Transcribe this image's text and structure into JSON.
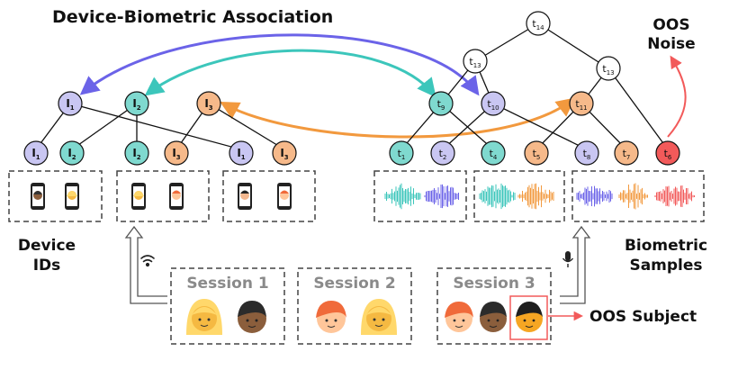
{
  "title": "Device-Biometric Association",
  "labels": {
    "device_ids": [
      "Device",
      "IDs"
    ],
    "biometric_samples": [
      "Biometric",
      "Samples"
    ],
    "oos_noise": [
      "OOS",
      "Noise"
    ],
    "oos_subject": "OOS Subject"
  },
  "sessions": [
    "Session 1",
    "Session 2",
    "Session 3"
  ],
  "device_tree": {
    "parents": [
      {
        "base": "I",
        "sub": "1",
        "color": "#c9c6f2"
      },
      {
        "base": "I",
        "sub": "2",
        "color": "#7fd9cf"
      },
      {
        "base": "I",
        "sub": "3",
        "color": "#f6b98a"
      }
    ],
    "leaves": [
      {
        "base": "I",
        "sub": "1",
        "color": "#c9c6f2"
      },
      {
        "base": "I",
        "sub": "2",
        "color": "#7fd9cf"
      },
      {
        "base": "I",
        "sub": "2",
        "color": "#7fd9cf"
      },
      {
        "base": "I",
        "sub": "3",
        "color": "#f6b98a"
      },
      {
        "base": "I",
        "sub": "1",
        "color": "#c9c6f2"
      },
      {
        "base": "I",
        "sub": "3",
        "color": "#f6b98a"
      }
    ]
  },
  "biometric_tree": {
    "root": {
      "base": "t",
      "sub": "14",
      "color": "#ffffff"
    },
    "mid": [
      {
        "base": "t",
        "sub": "13",
        "color": "#ffffff"
      },
      {
        "base": "t",
        "sub": "13",
        "color": "#ffffff"
      }
    ],
    "internal": [
      {
        "base": "t",
        "sub": "9",
        "color": "#7fd9cf"
      },
      {
        "base": "t",
        "sub": "10",
        "color": "#c9c6f2"
      },
      {
        "base": "t",
        "sub": "11",
        "color": "#f6b98a"
      }
    ],
    "leaves": [
      {
        "base": "t",
        "sub": "1",
        "color": "#7fd9cf"
      },
      {
        "base": "t",
        "sub": "2",
        "color": "#c9c6f2"
      },
      {
        "base": "t",
        "sub": "4",
        "color": "#7fd9cf"
      },
      {
        "base": "t",
        "sub": "5",
        "color": "#f6b98a"
      },
      {
        "base": "t",
        "sub": "8",
        "color": "#c9c6f2"
      },
      {
        "base": "t",
        "sub": "7",
        "color": "#f6b98a"
      },
      {
        "base": "t",
        "sub": "6",
        "color": "#f25a5a"
      }
    ]
  },
  "colors": {
    "purple": "#6b63e8",
    "teal": "#3cc6bb",
    "orange": "#f2993e",
    "red": "#f25a5a"
  }
}
